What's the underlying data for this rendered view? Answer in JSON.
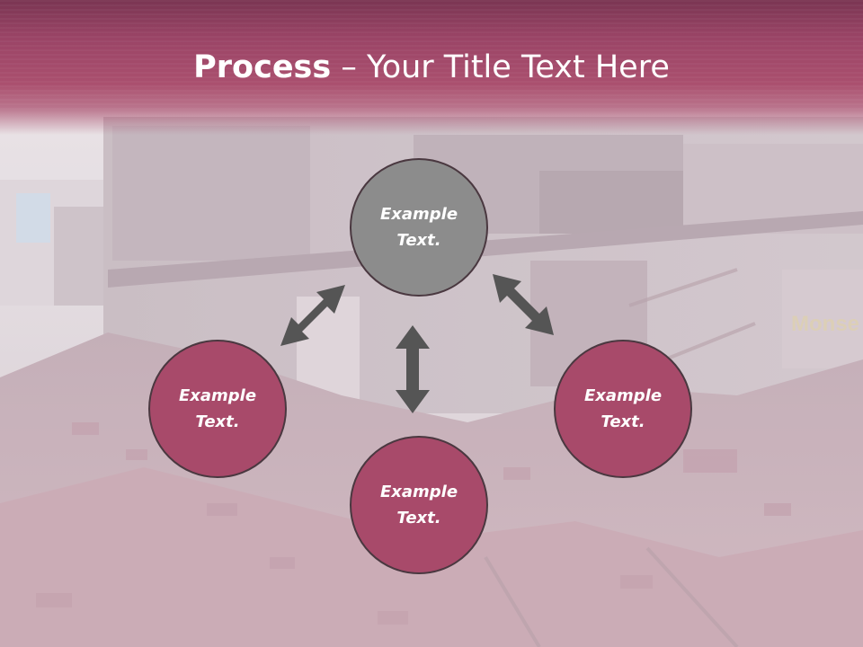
{
  "title": {
    "strong": "Process",
    "rest": " – Your Title Text Here"
  },
  "nodes": {
    "top": "Example\nText.",
    "left": "Example\nText.",
    "right": "Example\nText.",
    "bottom": "Example\nText."
  },
  "background_sign_text": "Monse",
  "colors": {
    "header": "#aa4f6e",
    "node_center": "#8c8c8c",
    "node_pink": "#a84a6a",
    "arrow": "#555555",
    "text": "#ffffff"
  }
}
